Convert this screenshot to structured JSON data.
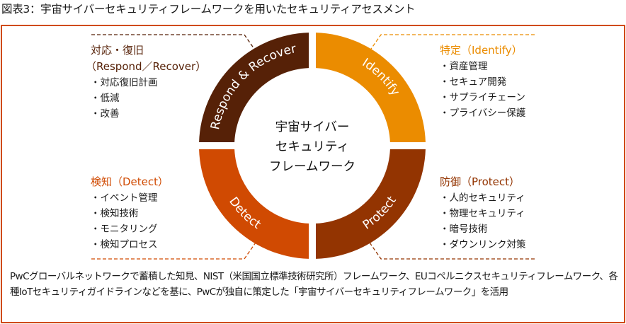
{
  "title": "図表3：宇宙サイバーセキュリティフレームワークを用いたセキュリティアセスメント",
  "colors": {
    "frame": "#d04a02",
    "respond_recover": "#562107",
    "identify": "#eb8c00",
    "detect": "#d04a02",
    "protect": "#933401"
  },
  "center": {
    "lines": [
      "宇宙サイバー",
      "セキュリティ",
      "フレームワーク"
    ]
  },
  "segments": [
    {
      "id": "respond_recover",
      "label": "Respond & Recover",
      "color": "#562107"
    },
    {
      "id": "identify",
      "label": "Identify",
      "color": "#eb8c00"
    },
    {
      "id": "protect",
      "label": "Protect",
      "color": "#933401"
    },
    {
      "id": "detect",
      "label": "Detect",
      "color": "#d04a02"
    }
  ],
  "blocks": {
    "respond_recover": {
      "heading_line1": "対応・復旧",
      "heading_line2": "（Respond／Recover）",
      "items": [
        "・対応復旧計画",
        "・低減",
        "・改善"
      ]
    },
    "identify": {
      "heading": "特定（Identify）",
      "items": [
        "・資産管理",
        "・セキュア開発",
        "・サプライチェーン",
        "・プライバシー保護"
      ]
    },
    "detect": {
      "heading": "検知（Detect）",
      "items": [
        "・イベント管理",
        "・検知技術",
        "・モニタリング",
        "・検知プロセス"
      ]
    },
    "protect": {
      "heading": "防御（Protect）",
      "items": [
        "・人的セキュリティ",
        "・物理セキュリティ",
        "・暗号技術",
        "・ダウンリンク対策"
      ]
    }
  },
  "footer": "PwCグローバルネットワークで蓄積した知見、NIST（米国国立標準技術研究所）フレームワーク、EUコペルニクスセキュリティフレームワーク、各種IoTセキュリティガイドラインなどを基に、PwCが独自に策定した「宇宙サイバーセキュリティフレームワーク」を活用"
}
